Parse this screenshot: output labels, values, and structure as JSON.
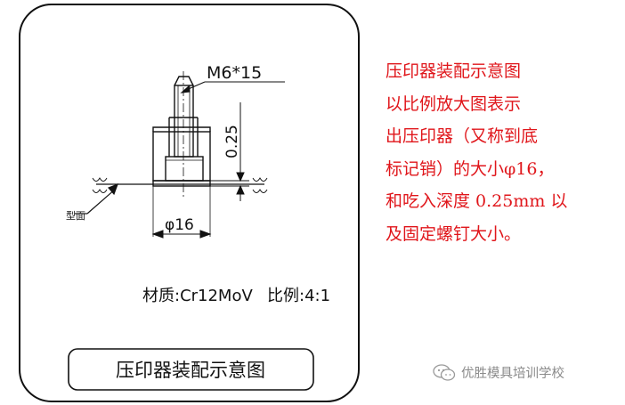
{
  "drawing": {
    "thread_callout": "M6*15",
    "depth_dimension": "0.25",
    "diameter_dimension": "φ16",
    "section_label": "型面",
    "material_label": "材质:Cr12MoV",
    "scale_label": "比例:4:1",
    "title_block": "压印器装配示意图"
  },
  "description": {
    "lines": [
      "压印器装配示意图",
      "以比例放大图表示",
      "出压印器（又称到底",
      "标记销）的大小φ16，",
      "和吃入深度 0.25mm 以",
      "及固定螺钉大小。"
    ]
  },
  "watermark": {
    "text": "优胜模具培训学校",
    "icon": "wechat-icon"
  },
  "colors": {
    "line": "#111111",
    "red_text": "#e0161b",
    "watermark": "#8a8a8a"
  }
}
